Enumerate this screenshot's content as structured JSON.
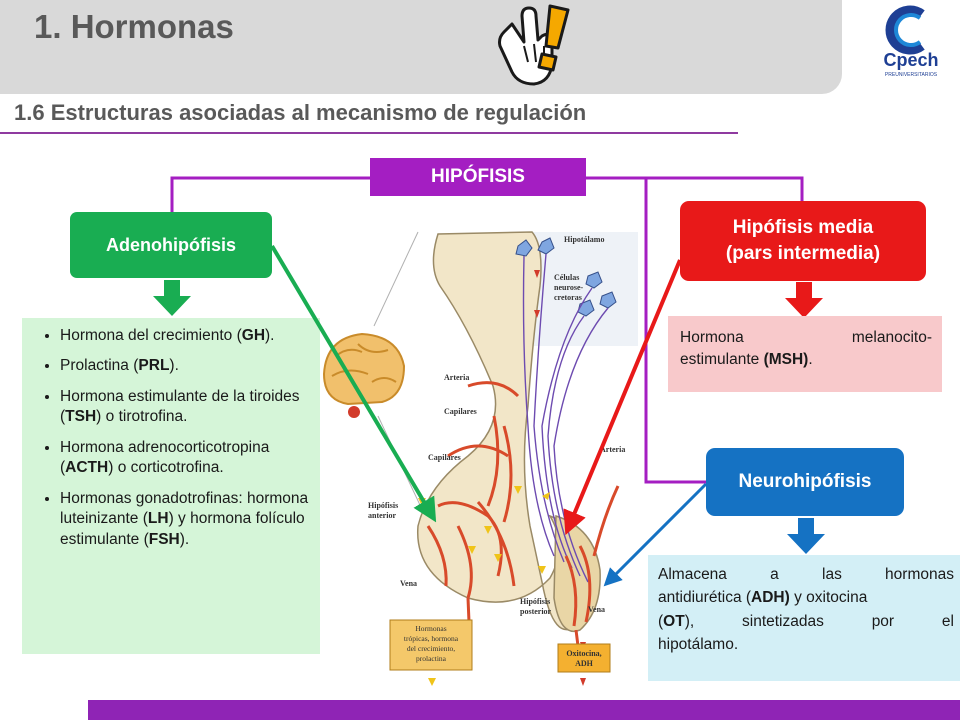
{
  "header": {
    "title": "1. Hormonas",
    "subtitle": "1.6 Estructuras asociadas al mecanismo de regulación",
    "logo_text": "Cpech",
    "logo_tagline": "PREUNIVERSITARIOS",
    "icon": "pointing-hand-exclamation-icon"
  },
  "diagram": {
    "root": "HIPÓFISIS",
    "adenohipofisis": {
      "label": "Adenohipófisis",
      "items": [
        {
          "pre": "Hormona del crecimiento (",
          "abbr": "GH",
          "post": ")."
        },
        {
          "pre": "Prolactina (",
          "abbr": "PRL",
          "post": ")."
        },
        {
          "pre": "Hormona estimulante de la tiroides (",
          "abbr": "TSH",
          "post": ") o tirotrofina."
        },
        {
          "pre": "Hormona adrenocorticotropina (",
          "abbr": "ACTH",
          "post": ") o corticotrofina."
        },
        {
          "pre": "Hormonas gonadotrofinas: hormona luteinizante (",
          "abbr": "LH",
          "mid": ") y hormona folículo estimulante (",
          "abbr2": "FSH",
          "post": ")."
        }
      ]
    },
    "media": {
      "label_line1": "Hipófisis media",
      "label_line2": "(pars intermedia)",
      "desc_w1": "Hormona",
      "desc_w2": "melanocito-",
      "desc_line2": "estimulante ",
      "desc_bold": "(MSH)",
      "desc_end": "."
    },
    "neurohipofisis": {
      "label": "Neurohipófisis",
      "line1": [
        "Almacena",
        "a",
        "las",
        "hormonas"
      ],
      "line2_pre": "antidiurética (",
      "line2_abbr": "ADH)",
      "line2_post": " y oxitocina",
      "line3": [
        "(",
        "OT",
        "),",
        "sintetizadas",
        "por",
        "el"
      ],
      "line4": "hipotálamo."
    }
  },
  "illustration": {
    "labels": {
      "hipotalamo": "Hipotálamo",
      "celulas": [
        "Células",
        "neurose-",
        "cretoras"
      ],
      "arteria_top": "Arteria",
      "capilares_top": "Capilares",
      "capilares_mid": "Capilares",
      "arteria_right": "Arteria",
      "hip_anterior": [
        "Hipófisis",
        "anterior"
      ],
      "hip_posterior": [
        "Hipófisis",
        "posterior"
      ],
      "vena_left": "Vena",
      "vena_right": "Vena",
      "box_left": [
        "Hormonas",
        "trópicas, hormona",
        "del crecimiento,",
        "prolactina"
      ],
      "box_right": [
        "Oxitocina,",
        "ADH"
      ]
    }
  },
  "colors": {
    "purple": "#a41ec2",
    "green": "#19ad52",
    "red": "#e81919",
    "blue": "#1572c3"
  }
}
